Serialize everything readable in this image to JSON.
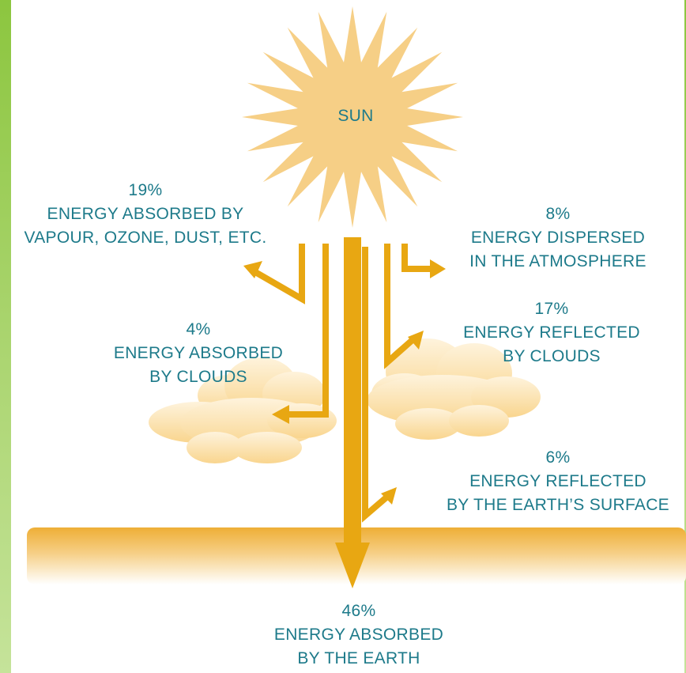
{
  "sun": {
    "label": "SUN"
  },
  "labels": {
    "absorbed_atmosphere": {
      "percent": "19%",
      "line1": "ENERGY ABSORBED BY",
      "line2": "VAPOUR, OZONE, DUST, ETC."
    },
    "dispersed": {
      "percent": "8%",
      "line1": "ENERGY DISPERSED",
      "line2": "IN THE ATMOSPHERE"
    },
    "absorbed_clouds": {
      "percent": "4%",
      "line1": "ENERGY ABSORBED",
      "line2": "BY CLOUDS"
    },
    "reflected_clouds": {
      "percent": "17%",
      "line1": "ENERGY REFLECTED",
      "line2": "BY CLOUDS"
    },
    "reflected_surface": {
      "percent": "6%",
      "line1": "ENERGY REFLECTED",
      "line2": "BY THE EARTH’S SURFACE"
    },
    "absorbed_earth": {
      "percent": "46%",
      "line1": "ENERGY ABSORBED",
      "line2": "BY THE EARTH"
    }
  },
  "colors": {
    "frame": "#8cc63f",
    "text": "#1d7a8a",
    "arrow": "#e8a712",
    "sun": "#f6cf86",
    "cloud": "#fbdc9c",
    "ground": "#f0b84a"
  }
}
